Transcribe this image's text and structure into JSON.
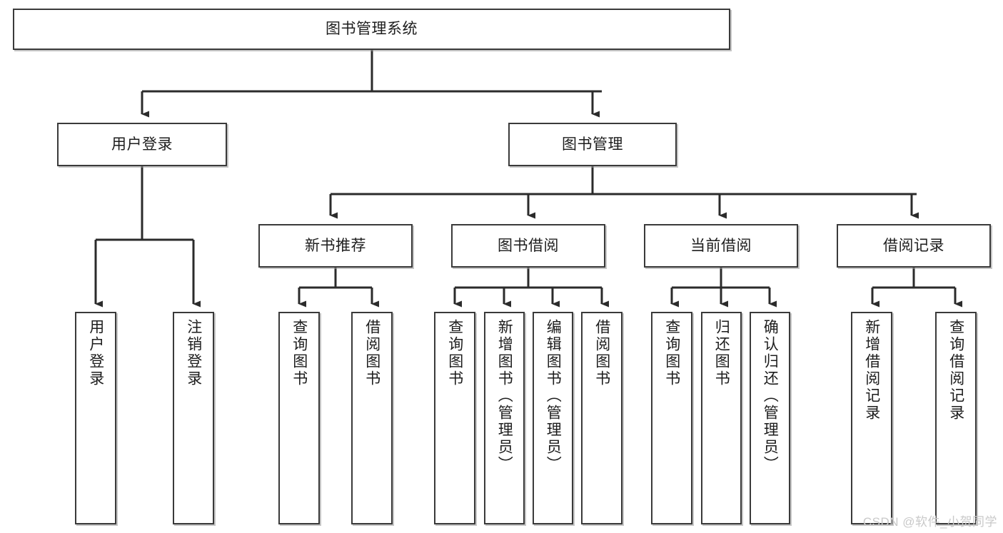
{
  "diagram": {
    "type": "tree-hierarchy",
    "title": "图书管理系统",
    "watermark": "CSDN @软件_小贺同学",
    "colors": {
      "box_border": "#3a3a3a",
      "box_fill": "#ffffff",
      "connector": "#2b2b2b",
      "text": "#1d1d1d",
      "watermark": "#c9c9c9"
    },
    "nodes": {
      "root": {
        "label": "图书管理系统",
        "level": 0
      },
      "l1": [
        {
          "label": "用户登录",
          "level": 1
        },
        {
          "label": "图书管理",
          "level": 1
        }
      ],
      "l2": [
        {
          "label": "新书推荐",
          "level": 2
        },
        {
          "label": "图书借阅",
          "level": 2
        },
        {
          "label": "当前借阅",
          "level": 2
        },
        {
          "label": "借阅记录",
          "level": 2
        }
      ],
      "leaves": {
        "user_login": [
          {
            "label": "用户登录"
          },
          {
            "label": "注销登录"
          }
        ],
        "new_book_recommend": [
          {
            "label": "查询图书"
          },
          {
            "label": "借阅图书"
          }
        ],
        "book_borrow": [
          {
            "label": "查询图书"
          },
          {
            "label": "新增图书（管理员）"
          },
          {
            "label": "编辑图书（管理员）"
          },
          {
            "label": "借阅图书"
          }
        ],
        "current_borrow": [
          {
            "label": "查询图书"
          },
          {
            "label": "归还图书"
          },
          {
            "label": "确认归还（管理员）"
          }
        ],
        "borrow_record": [
          {
            "label": "新增借阅记录"
          },
          {
            "label": "查询借阅记录"
          }
        ]
      }
    }
  }
}
